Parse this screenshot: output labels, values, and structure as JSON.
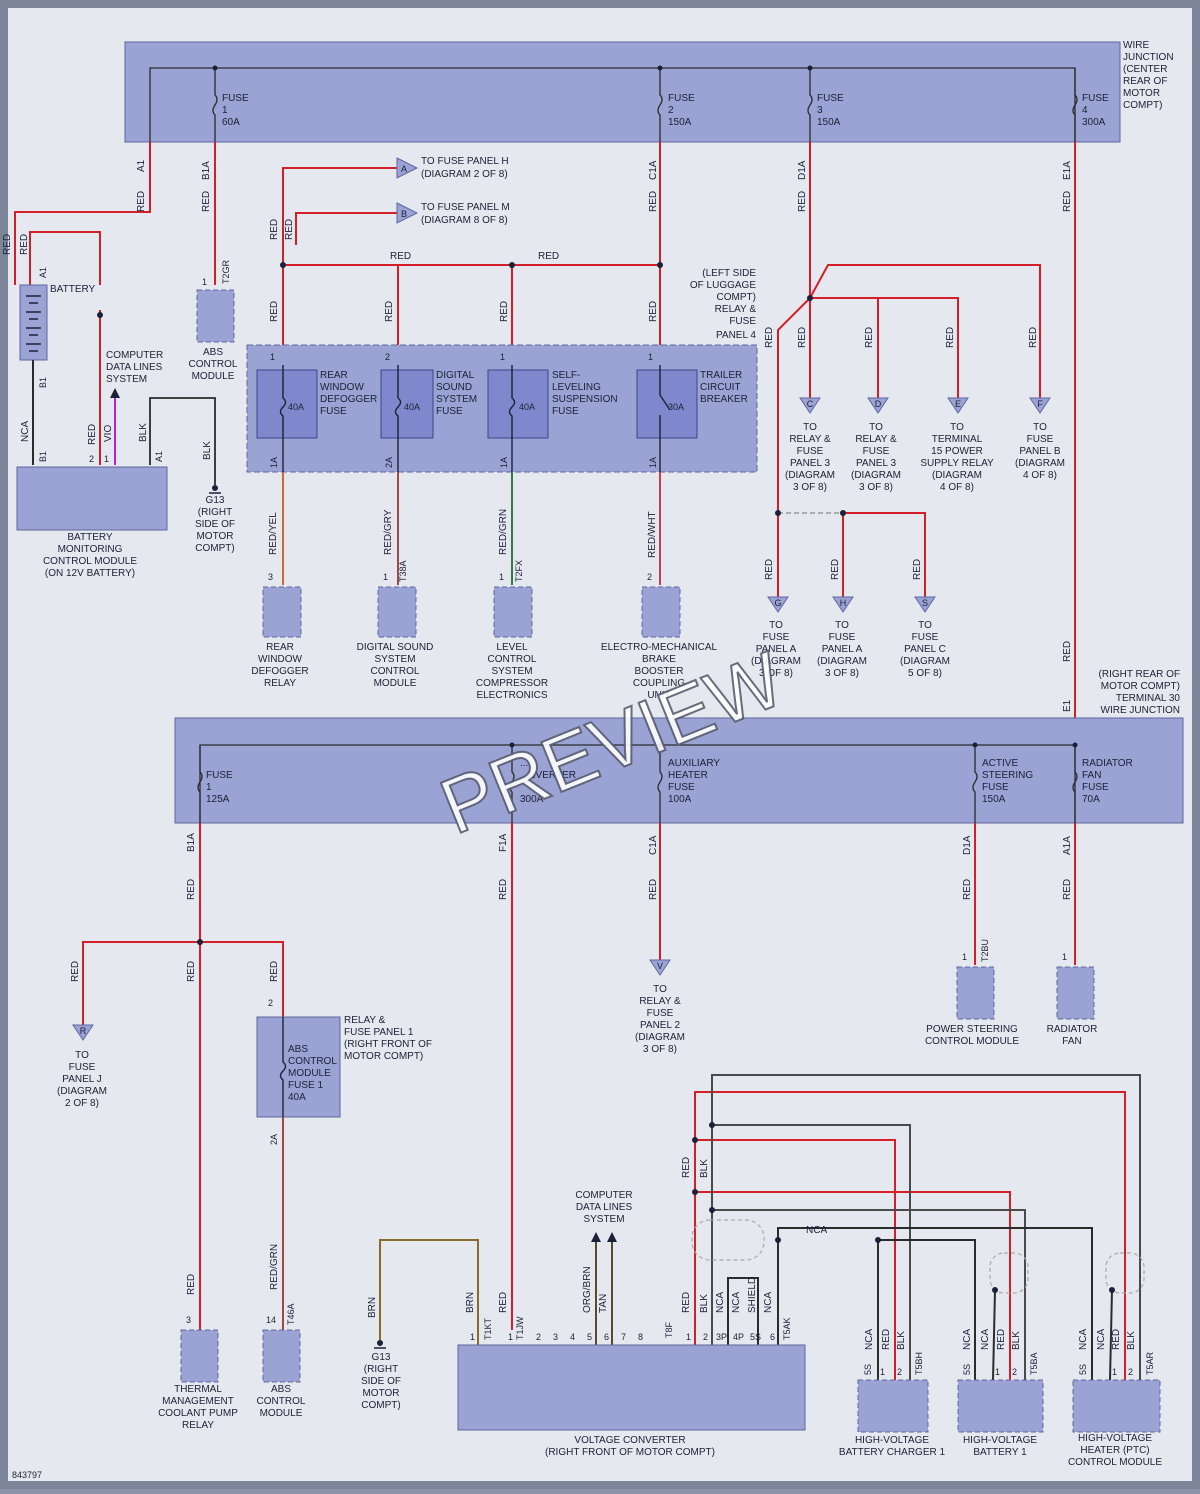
{
  "diagram_id": "843797",
  "watermark": "PREVIEW",
  "colors": {
    "background": "#e6e8ef",
    "border": "#7d8598",
    "block_fill": "#9aa3d4",
    "block_stroke": "#5d66a0",
    "red_wire": "#d21f2a",
    "black_wire": "#2b2b2b",
    "gray_wire": "#4a4a4a",
    "brown_wire": "#8a6a2a",
    "violet_wire": "#b026c8"
  },
  "top_junction": {
    "title": "WIRE JUNCTION (CENTER REAR OF MOTOR COMPT)",
    "title_lines": [
      "WIRE",
      "JUNCTION",
      "(CENTER",
      "REAR OF",
      "MOTOR",
      "COMPT)"
    ],
    "fuses": [
      {
        "l1": "FUSE",
        "l2": "1",
        "l3": "60A"
      },
      {
        "l1": "FUSE",
        "l2": "2",
        "l3": "150A"
      },
      {
        "l1": "FUSE",
        "l2": "3",
        "l3": "150A"
      },
      {
        "l1": "FUSE",
        "l2": "4",
        "l3": "300A"
      }
    ]
  },
  "bottom_junction": {
    "title_lines": [
      "(RIGHT REAR OF",
      "MOTOR COMPT)",
      "TERMINAL 30",
      "WIRE JUNCTION"
    ],
    "fuses": [
      {
        "l1": "FUSE",
        "l2": "1",
        "l3": "125A"
      },
      {
        "l1": "... ",
        "l2": "...NVERTER",
        "l3": "300A"
      },
      {
        "l1": "AUXILIARY",
        "l2": "HEATER",
        "l3": "FUSE",
        "l4": "100A"
      },
      {
        "l1": "ACTIVE",
        "l2": "STEERING",
        "l3": "FUSE",
        "l4": "150A"
      },
      {
        "l1": "RADIATOR",
        "l2": "FAN",
        "l3": "FUSE",
        "l4": "70A"
      }
    ]
  },
  "relay_panel4": {
    "title_lines": [
      "(LEFT SIDE",
      "OF LUGGAGE",
      "COMPT)",
      "RELAY &",
      "FUSE",
      "PANEL 4"
    ],
    "fuses": [
      {
        "name": [
          "REAR",
          "WINDOW",
          "DEFOGGER",
          "FUSE"
        ],
        "amp": "40A",
        "pin_top": "1",
        "pin_bot": "1A"
      },
      {
        "name": [
          "DIGITAL",
          "SOUND",
          "SYSTEM",
          "FUSE"
        ],
        "amp": "40A",
        "pin_top": "2",
        "pin_bot": "2A"
      },
      {
        "name": [
          "SELF-",
          "LEVELING",
          "SUSPENSION",
          "FUSE"
        ],
        "amp": "40A",
        "pin_top": "1",
        "pin_bot": "1A"
      },
      {
        "name": [
          "TRAILER",
          "CIRCUIT",
          "BREAKER"
        ],
        "amp": "30A",
        "pin_top": "1",
        "pin_bot": "1A"
      }
    ]
  },
  "battery": {
    "label": "BATTERY",
    "pin_top": "A1",
    "pin_bot": "B1"
  },
  "bmcm": {
    "lines": [
      "BATTERY",
      "MONITORING",
      "CONTROL MODULE",
      "(ON 12V BATTERY)"
    ],
    "pins": [
      "B1",
      "2",
      "1",
      "A1"
    ]
  },
  "computer_data_lines_1": [
    "COMPUTER",
    "DATA LINES",
    "SYSTEM"
  ],
  "computer_data_lines_2": [
    "COMPUTER",
    "DATA LINES",
    "SYSTEM"
  ],
  "ground_1": [
    "G13",
    "(RIGHT",
    "SIDE OF",
    "MOTOR",
    "COMPT)"
  ],
  "ground_2": [
    "G13",
    "(RIGHT",
    "SIDE OF",
    "MOTOR",
    "COMPT)"
  ],
  "abs_module_top": {
    "lines": [
      "ABS",
      "CONTROL",
      "MODULE"
    ],
    "conn": "T2GR",
    "pin": "1"
  },
  "to_fuse_panel_h": {
    "letter": "A",
    "lines": [
      "TO FUSE PANEL H",
      "(DIAGRAM 2 OF 8)"
    ]
  },
  "to_fuse_panel_m": {
    "letter": "B",
    "lines": [
      "TO FUSE PANEL M",
      "(DIAGRAM 8 OF 8)"
    ]
  },
  "connectors_c_f": [
    {
      "letter": "C",
      "lines": [
        "TO",
        "RELAY &",
        "FUSE",
        "PANEL 3",
        "(DIAGRAM",
        "3 OF 8)"
      ]
    },
    {
      "letter": "D",
      "lines": [
        "TO",
        "RELAY &",
        "FUSE",
        "PANEL 3",
        "(DIAGRAM",
        "3 OF 8)"
      ]
    },
    {
      "letter": "E",
      "lines": [
        "TO",
        "TERMINAL",
        "15 POWER",
        "SUPPLY RELAY",
        "(DIAGRAM",
        "4 OF 8)"
      ]
    },
    {
      "letter": "F",
      "lines": [
        "TO",
        "FUSE",
        "PANEL B",
        "(DIAGRAM",
        "4 OF 8)"
      ]
    }
  ],
  "connectors_g_s": [
    {
      "letter": "G",
      "lines": [
        "TO",
        "FUSE",
        "PANEL A",
        "(DIAGRAM",
        "3 OF 8)"
      ]
    },
    {
      "letter": "H",
      "lines": [
        "TO",
        "FUSE",
        "PANEL A",
        "(DIAGRAM",
        "3 OF 8)"
      ]
    },
    {
      "letter": "S",
      "lines": [
        "TO",
        "FUSE",
        "PANEL C",
        "(DIAGRAM",
        "5 OF 8)"
      ]
    }
  ],
  "components_mid": [
    {
      "lines": [
        "REAR",
        "WINDOW",
        "DEFOGGER",
        "RELAY"
      ],
      "pin": "3"
    },
    {
      "lines": [
        "DIGITAL SOUND",
        "SYSTEM",
        "CONTROL",
        "MODULE"
      ],
      "pin": "1",
      "conn": "T38A"
    },
    {
      "lines": [
        "LEVEL",
        "CONTROL",
        "SYSTEM",
        "COMPRESSOR",
        "ELECTRONICS"
      ],
      "pin": "1",
      "conn": "T2FX"
    },
    {
      "lines": [
        "ELECTRO-MECHANICAL",
        "BRAKE",
        "BOOSTER",
        "COUPLING",
        "UNIT"
      ],
      "pin": "2"
    }
  ],
  "to_fuse_panel_j": {
    "letter": "R",
    "lines": [
      "TO",
      "FUSE",
      "PANEL J",
      "(DIAGRAM",
      "2 OF 8)"
    ]
  },
  "to_relay_panel2": {
    "letter": "V",
    "lines": [
      "TO",
      "RELAY &",
      "FUSE",
      "PANEL 2",
      "(DIAGRAM",
      "3 OF 8)"
    ]
  },
  "relay_panel1": {
    "title_lines": [
      "RELAY &",
      "FUSE PANEL 1",
      "(RIGHT FRONT OF",
      "MOTOR COMPT)"
    ],
    "fuse_lines": [
      "ABS",
      "CONTROL",
      "MODULE",
      "FUSE 1",
      "40A"
    ],
    "pin_top": "2",
    "pin_bot": "2A"
  },
  "power_steering": {
    "lines": [
      "POWER STEERING",
      "CONTROL MODULE"
    ],
    "conn": "T2BU",
    "pin": "1"
  },
  "radiator_fan": {
    "lines": [
      "RADIATOR",
      "FAN"
    ],
    "pin": "1"
  },
  "thermal_relay": {
    "lines": [
      "THERMAL",
      "MANAGEMENT",
      "COOLANT PUMP",
      "RELAY"
    ],
    "pin": "3"
  },
  "abs_module_bot": {
    "lines": [
      "ABS",
      "CONTROL",
      "MODULE"
    ],
    "pin": "14",
    "conn": "T46A"
  },
  "voltage_converter": {
    "lines": [
      "VOLTAGE CONVERTER",
      "(RIGHT FRONT OF MOTOR COMPT)"
    ],
    "pins": [
      "1",
      "1",
      "2",
      "3",
      "4",
      "5",
      "6",
      "7",
      "8",
      "1",
      "2",
      "3P",
      "4P",
      "5S",
      "6"
    ],
    "conns": [
      "T1KT",
      "T1JW",
      "T8F",
      "T5AK"
    ]
  },
  "hv_charger": {
    "lines": [
      "HIGH-VOLTAGE",
      "BATTERY CHARGER 1"
    ],
    "pins": [
      "5S",
      "1",
      "2"
    ],
    "conn": "T5BH"
  },
  "hv_battery": {
    "lines": [
      "HIGH-VOLTAGE",
      "BATTERY 1"
    ],
    "pins": [
      "5S",
      "1",
      "2"
    ],
    "conn": "T5BA"
  },
  "hv_heater": {
    "lines": [
      "HIGH-VOLTAGE",
      "HEATER (PTC)",
      "CONTROL MODULE"
    ],
    "pins": [
      "5S",
      "1",
      "2"
    ],
    "conn": "T5AR"
  },
  "wire_labels": {
    "red": "RED",
    "nca": "NCA",
    "vio": "VIO",
    "blk": "BLK",
    "brn": "BRN",
    "red_yel": "RED/YEL",
    "red_gry": "RED/GRY",
    "red_grn": "RED/GRN",
    "red_wht": "RED/WHT",
    "org_brn": "ORG/BRN",
    "tan": "TAN",
    "shield": "SHIELD",
    "A1": "A1",
    "B1A": "B1A",
    "C1A": "C1A",
    "D1A": "D1A",
    "E1A": "E1A",
    "F1A": "F1A",
    "A1A": "A1A",
    "E1": "E1"
  }
}
